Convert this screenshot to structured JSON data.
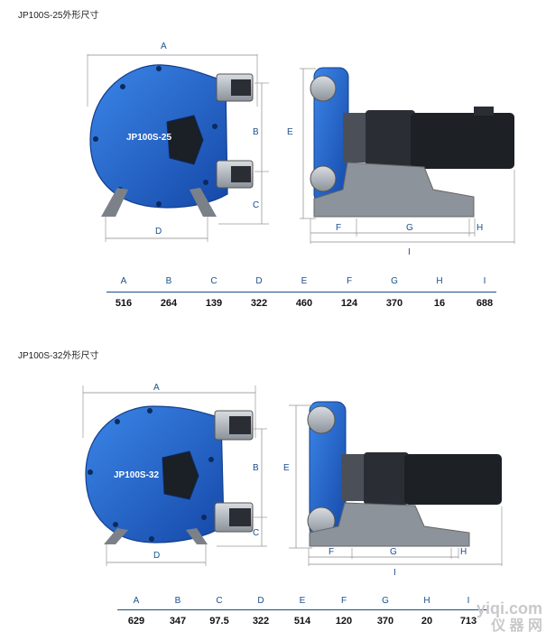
{
  "sections": [
    {
      "title": "JP100S-25外形尺寸",
      "model_label": "JP100S-25",
      "dim_letters": {
        "A": "A",
        "B": "B",
        "C": "C",
        "D": "D",
        "E": "E",
        "F": "F",
        "G": "G",
        "H": "H",
        "I": "I"
      },
      "table": {
        "headers": [
          "A",
          "B",
          "C",
          "D",
          "E",
          "F",
          "G",
          "H",
          "I"
        ],
        "values": [
          "516",
          "264",
          "139",
          "322",
          "460",
          "124",
          "370",
          "16",
          "688"
        ]
      }
    },
    {
      "title": "JP100S-32外形尺寸",
      "model_label": "JP100S-32",
      "dim_letters": {
        "A": "A",
        "B": "B",
        "C": "C",
        "D": "D",
        "E": "E",
        "F": "F",
        "G": "G",
        "H": "H",
        "I": "I"
      },
      "table": {
        "headers": [
          "A",
          "B",
          "C",
          "D",
          "E",
          "F",
          "G",
          "H",
          "I"
        ],
        "values": [
          "629",
          "347",
          "97.5",
          "322",
          "514",
          "120",
          "370",
          "20",
          "713"
        ]
      }
    }
  ],
  "watermark": {
    "line1": "yiqi.com",
    "line2": "仪 器 网"
  },
  "colors": {
    "pump_blue": "#1f5fc4",
    "pump_dark": "#123f8c",
    "dim_line": "#888888",
    "table_rule": "#1a4f8a"
  }
}
